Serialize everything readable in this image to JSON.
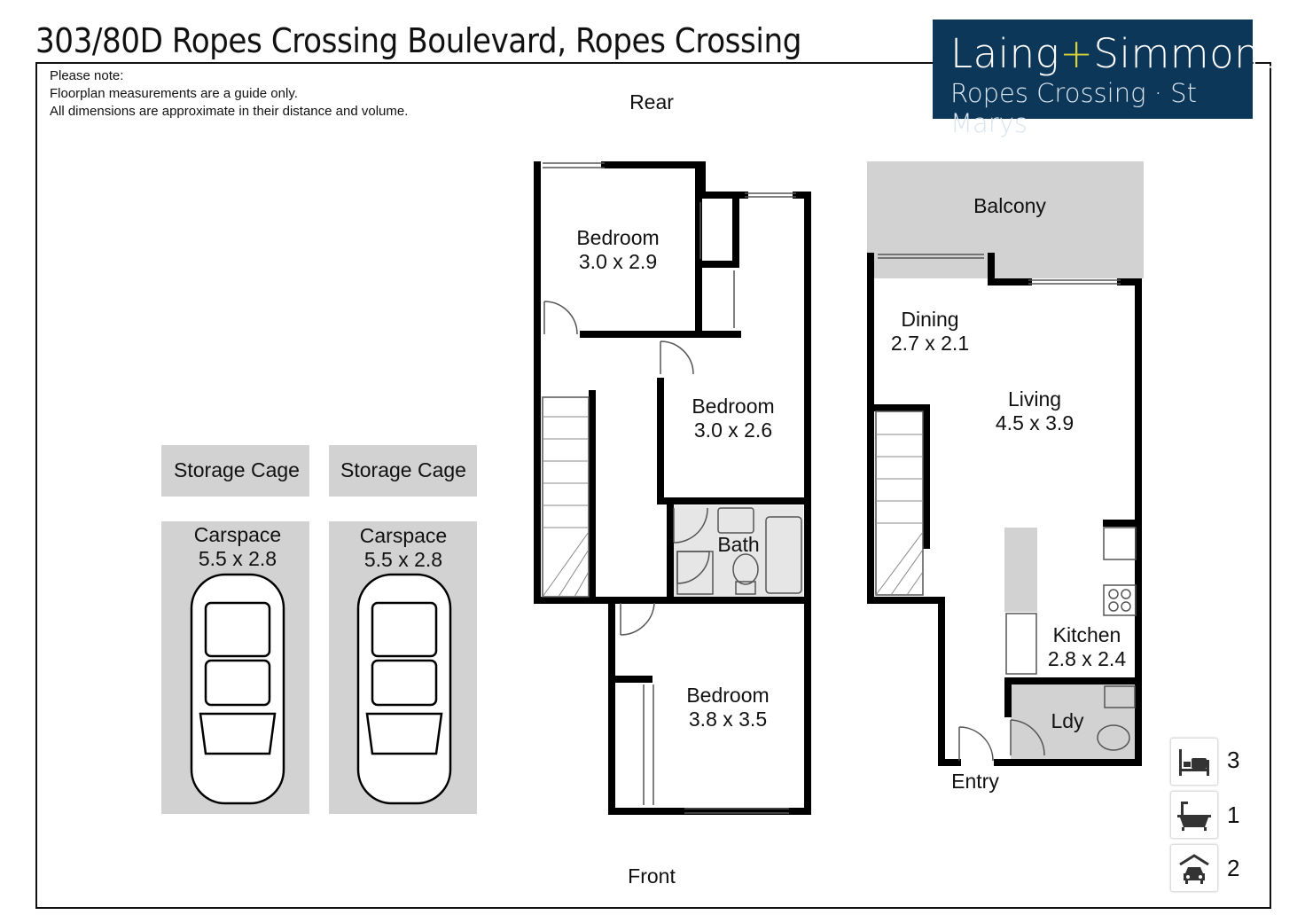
{
  "title": "303/80D Ropes Crossing Boulevard, Ropes Crossing",
  "note": {
    "line1": "Please note:",
    "line2": "Floorplan measurements are a guide only.",
    "line3": "All dimensions are approximate in their distance and volume."
  },
  "logo": {
    "brand_left": "Laing",
    "brand_plus": "+",
    "brand_right": "Simmons",
    "office": "Ropes Crossing · St Marys"
  },
  "orientation": {
    "rear": "Rear",
    "front": "Front"
  },
  "rooms": {
    "bed1": {
      "name": "Bedroom",
      "size": "3.0 x 2.9"
    },
    "bed2": {
      "name": "Bedroom",
      "size": "3.0 x 2.6"
    },
    "bath": {
      "name": "Bath"
    },
    "bed3": {
      "name": "Bedroom",
      "size": "3.8 x 3.5"
    },
    "balcony": {
      "name": "Balcony"
    },
    "dining": {
      "name": "Dining",
      "size": "2.7 x 2.1"
    },
    "living": {
      "name": "Living",
      "size": "4.5 x 3.9"
    },
    "kitchen": {
      "name": "Kitchen",
      "size": "2.8 x 2.4"
    },
    "laundry": {
      "name": "Ldy"
    },
    "entry": {
      "name": "Entry"
    },
    "storage1": {
      "name": "Storage Cage"
    },
    "storage2": {
      "name": "Storage Cage"
    },
    "car1": {
      "name": "Carspace",
      "size": "5.5 x 2.8"
    },
    "car2": {
      "name": "Carspace",
      "size": "5.5 x 2.8"
    }
  },
  "features": [
    {
      "icon": "bed-icon",
      "count": "3"
    },
    {
      "icon": "bath-icon",
      "count": "1"
    },
    {
      "icon": "garage-icon",
      "count": "2"
    }
  ],
  "colors": {
    "logo_bg": "#0d3759",
    "logo_plus": "#d8d23a",
    "grey_area": "#d2d2d2"
  }
}
